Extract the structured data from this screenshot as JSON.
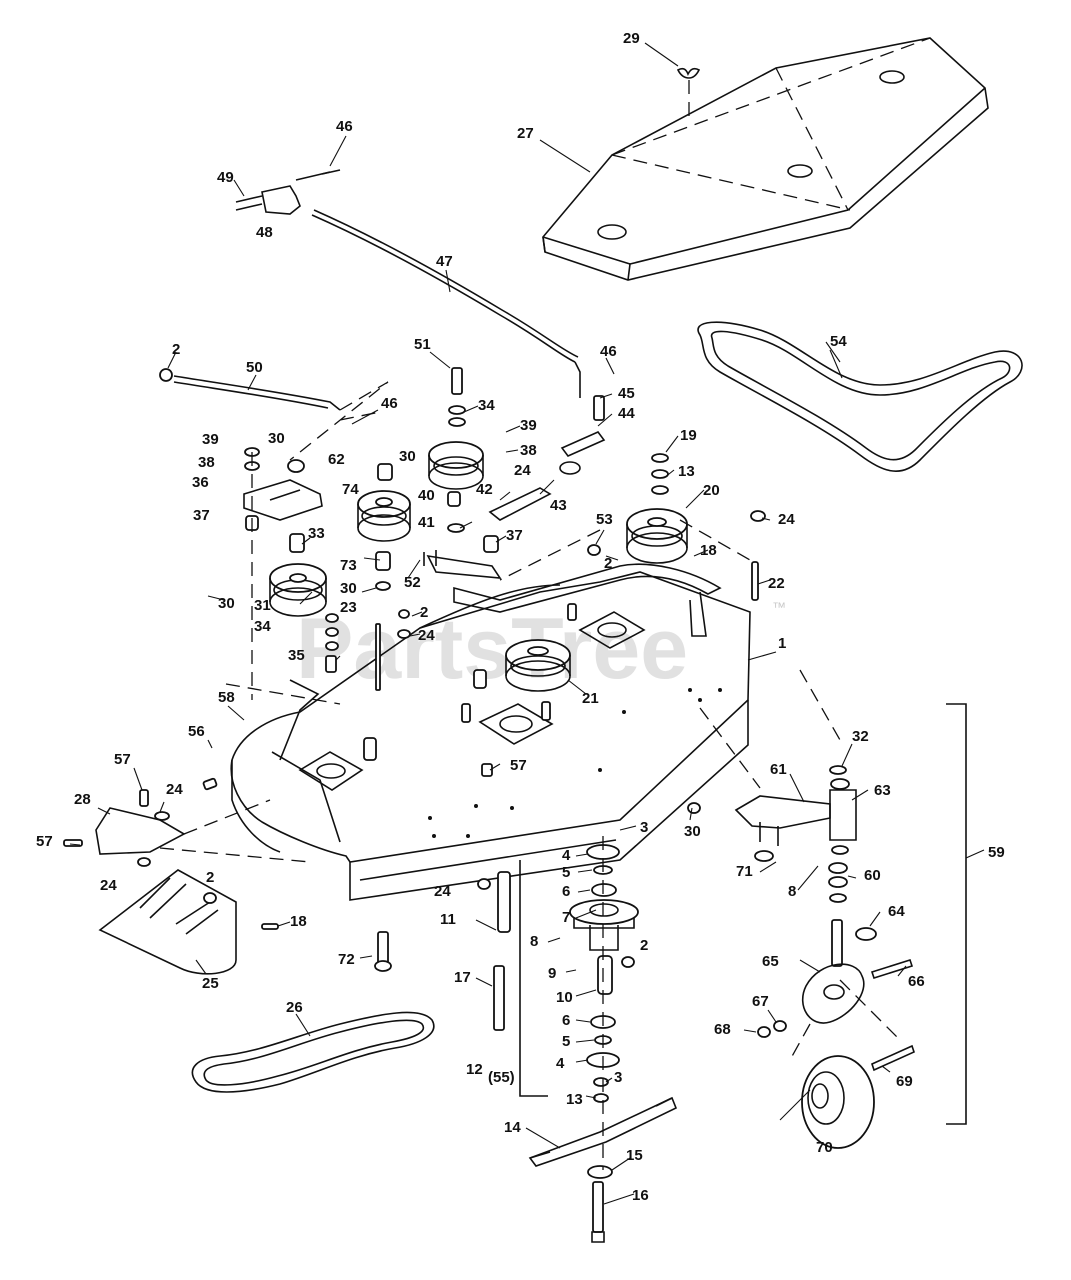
{
  "watermark": {
    "text": "PartsTree",
    "trademark": "™"
  },
  "callouts": [
    {
      "id": "c29",
      "text": "29"
    },
    {
      "id": "c27",
      "text": "27"
    },
    {
      "id": "c46a",
      "text": "46"
    },
    {
      "id": "c49",
      "text": "49"
    },
    {
      "id": "c48",
      "text": "48"
    },
    {
      "id": "c47",
      "text": "47"
    },
    {
      "id": "c54",
      "text": "54"
    },
    {
      "id": "c2a",
      "text": "2"
    },
    {
      "id": "c50",
      "text": "50"
    },
    {
      "id": "c51",
      "text": "51"
    },
    {
      "id": "c46b",
      "text": "46"
    },
    {
      "id": "c46c",
      "text": "46"
    },
    {
      "id": "c45",
      "text": "45"
    },
    {
      "id": "c44",
      "text": "44"
    },
    {
      "id": "c34a",
      "text": "34"
    },
    {
      "id": "c39a",
      "text": "39"
    },
    {
      "id": "c38a",
      "text": "38"
    },
    {
      "id": "c39b",
      "text": "39"
    },
    {
      "id": "c30a",
      "text": "30"
    },
    {
      "id": "c62",
      "text": "62"
    },
    {
      "id": "c38b",
      "text": "38"
    },
    {
      "id": "c36",
      "text": "36"
    },
    {
      "id": "c30b",
      "text": "30"
    },
    {
      "id": "c74",
      "text": "74"
    },
    {
      "id": "c24a",
      "text": "24"
    },
    {
      "id": "c40",
      "text": "40"
    },
    {
      "id": "c42",
      "text": "42"
    },
    {
      "id": "c43",
      "text": "43"
    },
    {
      "id": "c19",
      "text": "19"
    },
    {
      "id": "c13a",
      "text": "13"
    },
    {
      "id": "c20",
      "text": "20"
    },
    {
      "id": "c24b",
      "text": "24"
    },
    {
      "id": "c37a",
      "text": "37"
    },
    {
      "id": "c33",
      "text": "33"
    },
    {
      "id": "c41",
      "text": "41"
    },
    {
      "id": "c37b",
      "text": "37"
    },
    {
      "id": "c53",
      "text": "53"
    },
    {
      "id": "c2b",
      "text": "2"
    },
    {
      "id": "c18a",
      "text": "18"
    },
    {
      "id": "c73",
      "text": "73"
    },
    {
      "id": "c52",
      "text": "52"
    },
    {
      "id": "c22",
      "text": "22"
    },
    {
      "id": "c30c",
      "text": "30"
    },
    {
      "id": "c30d",
      "text": "30"
    },
    {
      "id": "c31",
      "text": "31"
    },
    {
      "id": "c23",
      "text": "23"
    },
    {
      "id": "c2c",
      "text": "2"
    },
    {
      "id": "c34b",
      "text": "34"
    },
    {
      "id": "c24c",
      "text": "24"
    },
    {
      "id": "c1",
      "text": "1"
    },
    {
      "id": "c35",
      "text": "35"
    },
    {
      "id": "c21",
      "text": "21"
    },
    {
      "id": "c58",
      "text": "58"
    },
    {
      "id": "c56",
      "text": "56"
    },
    {
      "id": "c57a",
      "text": "57"
    },
    {
      "id": "c57b",
      "text": "57"
    },
    {
      "id": "c24d",
      "text": "24"
    },
    {
      "id": "c28",
      "text": "28"
    },
    {
      "id": "c32",
      "text": "32"
    },
    {
      "id": "c61",
      "text": "61"
    },
    {
      "id": "c63",
      "text": "63"
    },
    {
      "id": "c30e",
      "text": "30"
    },
    {
      "id": "c3a",
      "text": "3"
    },
    {
      "id": "c57c",
      "text": "57"
    },
    {
      "id": "c24e",
      "text": "24"
    },
    {
      "id": "c4a",
      "text": "4"
    },
    {
      "id": "c59",
      "text": "59"
    },
    {
      "id": "c71",
      "text": "71"
    },
    {
      "id": "c8a",
      "text": "8"
    },
    {
      "id": "c5a",
      "text": "5"
    },
    {
      "id": "c60",
      "text": "60"
    },
    {
      "id": "c6a",
      "text": "6"
    },
    {
      "id": "c2d",
      "text": "2"
    },
    {
      "id": "c24f",
      "text": "24"
    },
    {
      "id": "c18b",
      "text": "18"
    },
    {
      "id": "c7",
      "text": "7"
    },
    {
      "id": "c64",
      "text": "64"
    },
    {
      "id": "c11",
      "text": "11"
    },
    {
      "id": "c8b",
      "text": "8"
    },
    {
      "id": "c2e",
      "text": "2"
    },
    {
      "id": "c72",
      "text": "72"
    },
    {
      "id": "c65",
      "text": "65"
    },
    {
      "id": "c66",
      "text": "66"
    },
    {
      "id": "c17",
      "text": "17"
    },
    {
      "id": "c9",
      "text": "9"
    },
    {
      "id": "c25",
      "text": "25"
    },
    {
      "id": "c10",
      "text": "10"
    },
    {
      "id": "c26",
      "text": "26"
    },
    {
      "id": "c67",
      "text": "67"
    },
    {
      "id": "c6b",
      "text": "6"
    },
    {
      "id": "c68",
      "text": "68"
    },
    {
      "id": "c5b",
      "text": "5"
    },
    {
      "id": "c4b",
      "text": "4"
    },
    {
      "id": "c12",
      "text": "12"
    },
    {
      "id": "c55",
      "text": "(55)"
    },
    {
      "id": "c3b",
      "text": "3"
    },
    {
      "id": "c69",
      "text": "69"
    },
    {
      "id": "c13b",
      "text": "13"
    },
    {
      "id": "c14",
      "text": "14"
    },
    {
      "id": "c70",
      "text": "70"
    },
    {
      "id": "c15",
      "text": "15"
    },
    {
      "id": "c16",
      "text": "16"
    }
  ]
}
